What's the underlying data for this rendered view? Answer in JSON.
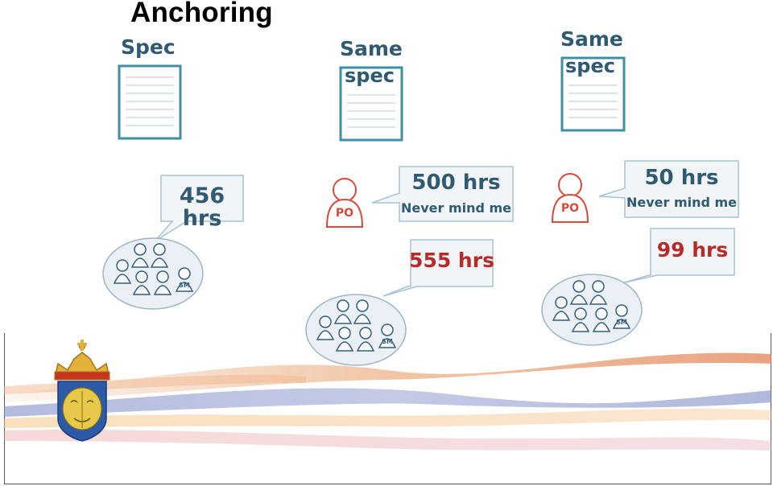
{
  "slide": {
    "title": "Anchoring"
  },
  "columns": [
    {
      "spec_line1": "Spec",
      "spec_line2": "",
      "po_label": "",
      "po_estimate": "",
      "po_note": "",
      "team_estimate": "456 hrs",
      "sm_label": "SM"
    },
    {
      "spec_line1": "Same",
      "spec_line2": "spec",
      "po_label": "PO",
      "po_estimate": "500 hrs",
      "po_note": "Never mind me",
      "team_estimate": "555 hrs",
      "sm_label": "SM"
    },
    {
      "spec_line1": "Same",
      "spec_line2": "spec",
      "po_label": "PO",
      "po_estimate": "50 hrs",
      "po_note": "Never mind me",
      "team_estimate": "99 hrs",
      "sm_label": "SM"
    }
  ],
  "colors": {
    "spec_blue": "#2f5a72",
    "doc_teal": "#3f8fa6",
    "team_blue": "#355f7a",
    "po_red": "#d84a3a",
    "estimate_red": "#b82a2a",
    "bubble_fill": "#f2f5f7",
    "bubble_stroke": "#a8c4d4",
    "team_ellipse": "#eaf0f5"
  },
  "icons": {
    "document": "document-icon",
    "product_owner": "product-owner-icon",
    "team": "team-icon",
    "coat_of_arms": "coat-of-arms-icon"
  }
}
